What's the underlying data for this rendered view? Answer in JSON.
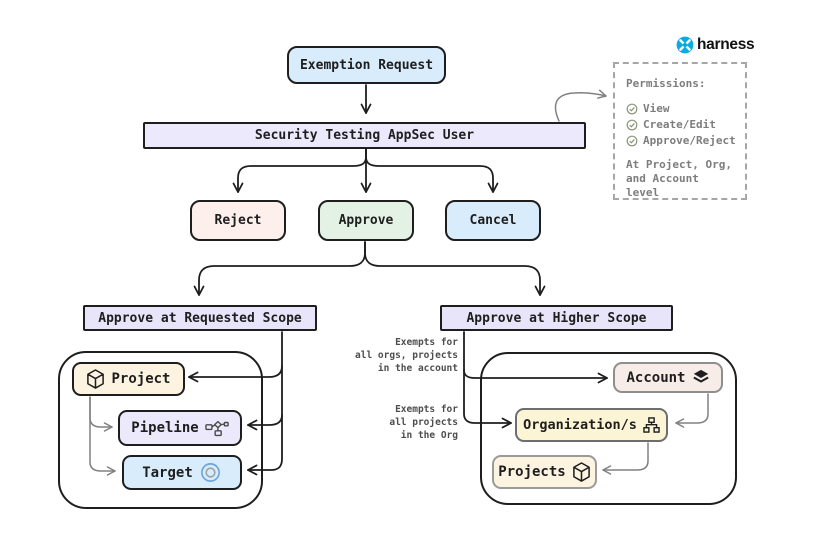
{
  "logo": {
    "text": "harness"
  },
  "nodes": {
    "exemption": "Exemption Request",
    "appsec_user": "Security Testing AppSec User",
    "reject": "Reject",
    "approve": "Approve",
    "cancel": "Cancel",
    "requested_scope": "Approve at Requested Scope",
    "higher_scope": "Approve at Higher Scope",
    "project": "Project",
    "pipeline": "Pipeline",
    "target": "Target",
    "account": "Account",
    "organizations": "Organization/s",
    "projects": "Projects"
  },
  "permissions": {
    "title": "Permissions:",
    "items": [
      "View",
      "Create/Edit",
      "Approve/Reject"
    ],
    "footer": [
      "At Project, Org,",
      "and Account level"
    ]
  },
  "annotations": {
    "account_note": [
      "Exempts for",
      "all orgs, projects",
      "in the account"
    ],
    "org_note": [
      "Exempts for",
      "all projects",
      "in the Org"
    ]
  },
  "colors": {
    "node-blue": "#d9ecfb",
    "node-lavender": "#ebe9fb",
    "node-lavender2": "#e8e5fa",
    "node-pink": "#fdefec",
    "node-green": "#e4f2e5",
    "node-cream": "#fcf3e1",
    "node-yellow": "#fbf5d6",
    "node-peach": "#f8ece9",
    "harness-blue": "#0aabe0",
    "check-green": "#8a9577"
  }
}
